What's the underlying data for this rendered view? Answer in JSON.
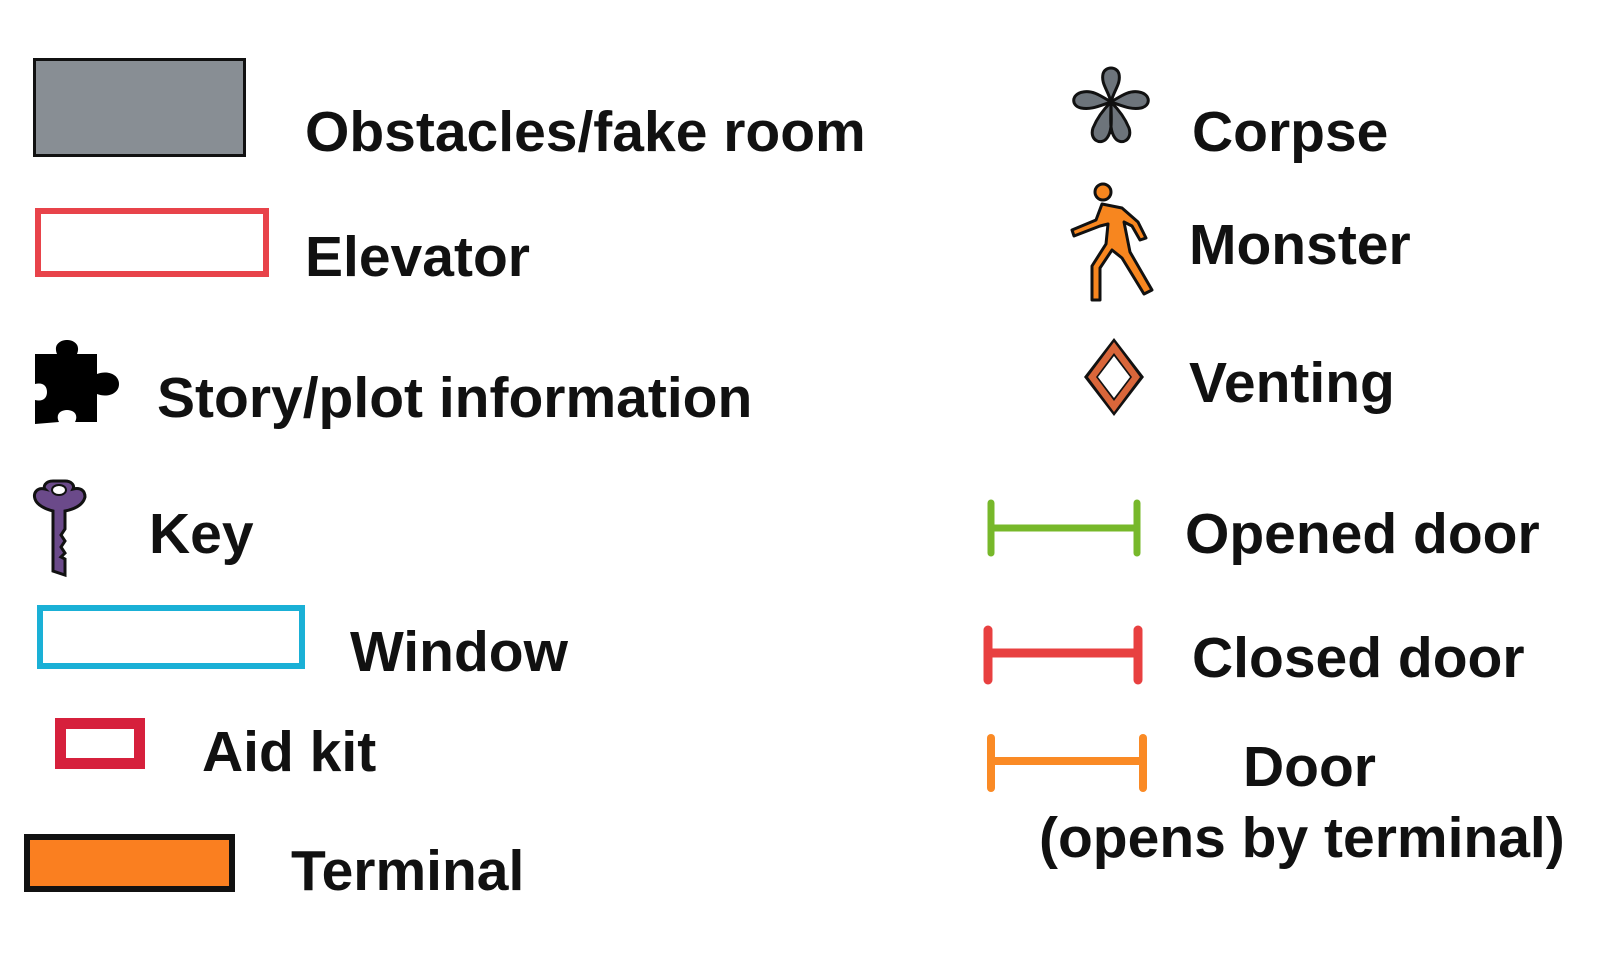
{
  "legend": {
    "left": [
      {
        "label": "Obstacles/fake room",
        "icon": "obstacle-swatch-icon",
        "color": "#888e94"
      },
      {
        "label": "Elevator",
        "icon": "elevator-swatch-icon",
        "color": "#e8434a"
      },
      {
        "label": "Story/plot information",
        "icon": "puzzle-piece-icon",
        "color": "#000000"
      },
      {
        "label": "Key",
        "icon": "key-icon",
        "color": "#6b4a8a"
      },
      {
        "label": "Window",
        "icon": "window-swatch-icon",
        "color": "#1ab0d6"
      },
      {
        "label": "Aid kit",
        "icon": "aid-kit-swatch-icon",
        "color": "#d6203c"
      },
      {
        "label": "Terminal",
        "icon": "terminal-swatch-icon",
        "color": "#fa7f20"
      }
    ],
    "right": [
      {
        "label": "Corpse",
        "icon": "corpse-icon",
        "color": "#6d747b"
      },
      {
        "label": "Monster",
        "icon": "monster-walking-icon",
        "color": "#f7861f"
      },
      {
        "label": "Venting",
        "icon": "venting-diamond-icon",
        "color": "#d9663a"
      },
      {
        "label": "Opened door",
        "icon": "opened-door-icon",
        "color": "#77b82a"
      },
      {
        "label": "Closed door",
        "icon": "closed-door-icon",
        "color": "#e84040"
      },
      {
        "label": "Door",
        "sublabel": "(opens by terminal)",
        "icon": "terminal-door-icon",
        "color": "#fa8a25"
      }
    ]
  }
}
